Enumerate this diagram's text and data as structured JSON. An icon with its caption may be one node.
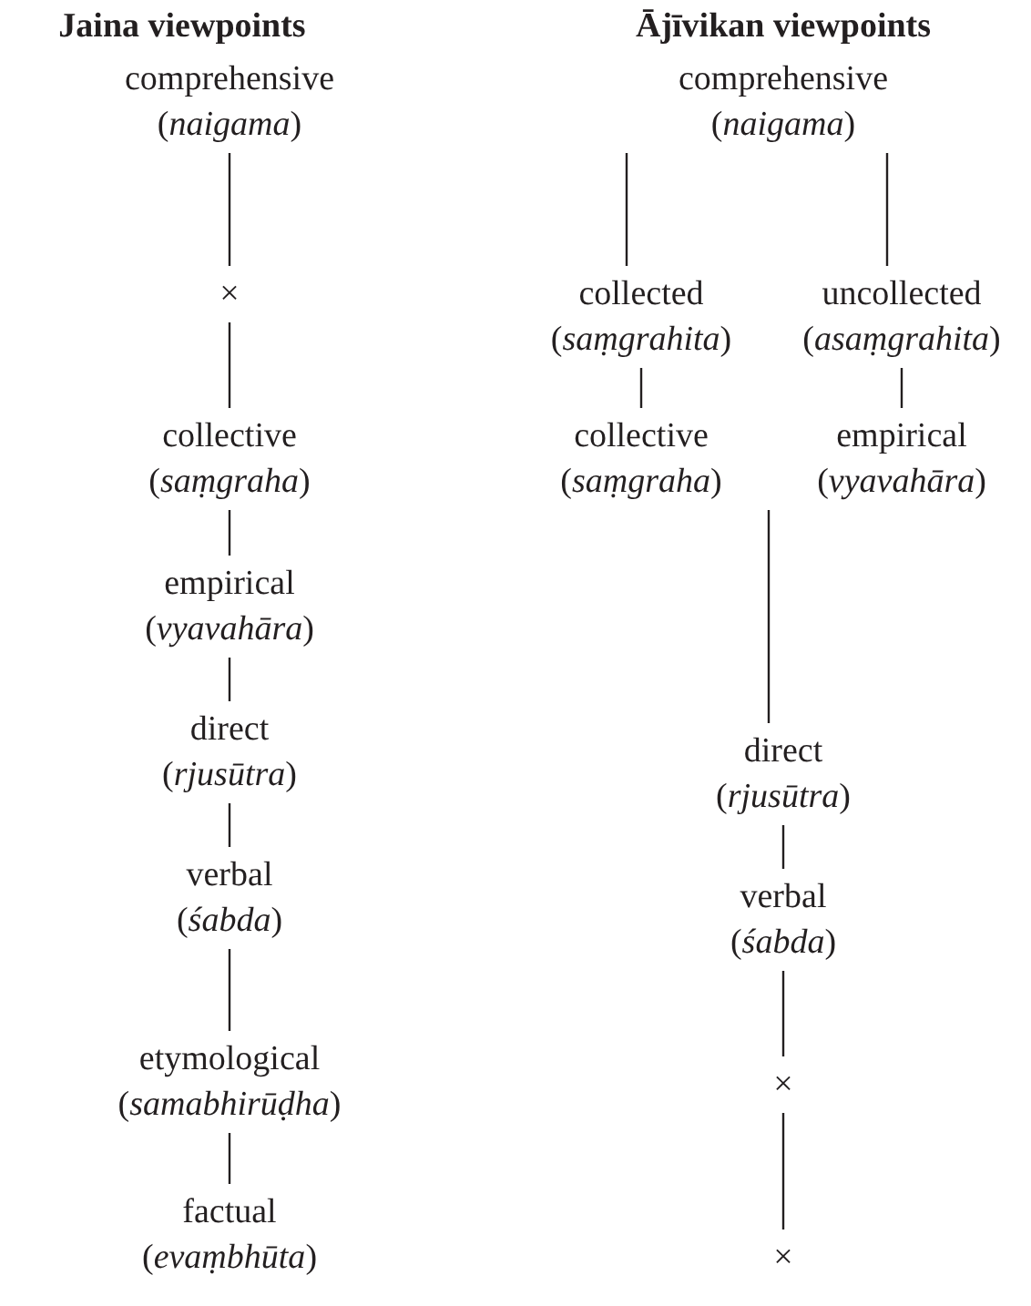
{
  "diagram": {
    "nodes": [
      {
        "text": [
          "comprehensive",
          "(*naigama*)"
        ]
      },
      {
        "text": [
          "×"
        ]
      },
      {
        "text": [
          "collective",
          "(*saṃgraha*)"
        ]
      },
      {
        "text": [
          "empirical",
          "(*vyavahāra*)"
        ]
      },
      {
        "text": [
          "direct",
          "(*rjusūtra*)"
        ]
      },
      {
        "text": [
          "verbal",
          "(*śabda*)"
        ]
      },
      {
        "text": [
          "etymological",
          "(*samabhirūḍha*)"
        ]
      },
      {
        "text": [
          "factual",
          "(*evaṃbhūta*)"
        ]
      },
      {
        "text": [
          "comprehensive",
          "(*naigama*)"
        ]
      },
      {
        "text": [
          "collected",
          "(*saṃgrahita*)"
        ]
      },
      {
        "text": [
          "uncollected",
          "(*asaṃgrahita*)"
        ]
      },
      {
        "text": [
          "collective",
          "(*saṃgraha*)"
        ]
      },
      {
        "text": [
          "empirical",
          "(*vyavahāra*)"
        ]
      },
      {
        "text": [
          "direct",
          "(*rjusūtra*)"
        ]
      },
      {
        "text": [
          "verbal",
          "(*śabda*)"
        ]
      },
      {
        "text": [
          "×"
        ]
      },
      {
        "text": [
          "×"
        ]
      }
    ],
    "edges": [
      {
        "from": 0,
        "to": 1,
        "arrow": "none"
      },
      {
        "from": 1,
        "to": 2,
        "arrow": "none"
      },
      {
        "from": 2,
        "to": 3,
        "arrow": "none"
      },
      {
        "from": 3,
        "to": 4,
        "arrow": "none"
      },
      {
        "from": 4,
        "to": 5,
        "arrow": "none"
      },
      {
        "from": 5,
        "to": 6,
        "arrow": "none"
      },
      {
        "from": 6,
        "to": 7,
        "arrow": "none"
      },
      {
        "from": 8,
        "to": 9,
        "arrow": "none"
      },
      {
        "from": 8,
        "to": 10,
        "arrow": "none"
      },
      {
        "from": 9,
        "to": 11,
        "arrow": "none"
      },
      {
        "from": 10,
        "to": 12,
        "arrow": "none"
      },
      {
        "from": 12,
        "to": 13,
        "arrow": "none"
      },
      {
        "from": 13,
        "to": 14,
        "arrow": "none"
      },
      {
        "from": 14,
        "to": 15,
        "arrow": "none"
      },
      {
        "from": 15,
        "to": 16,
        "arrow": "none"
      }
    ],
    "labels": [
      "Jaina viewpoints",
      "Ājīvikan viewpoints"
    ]
  }
}
